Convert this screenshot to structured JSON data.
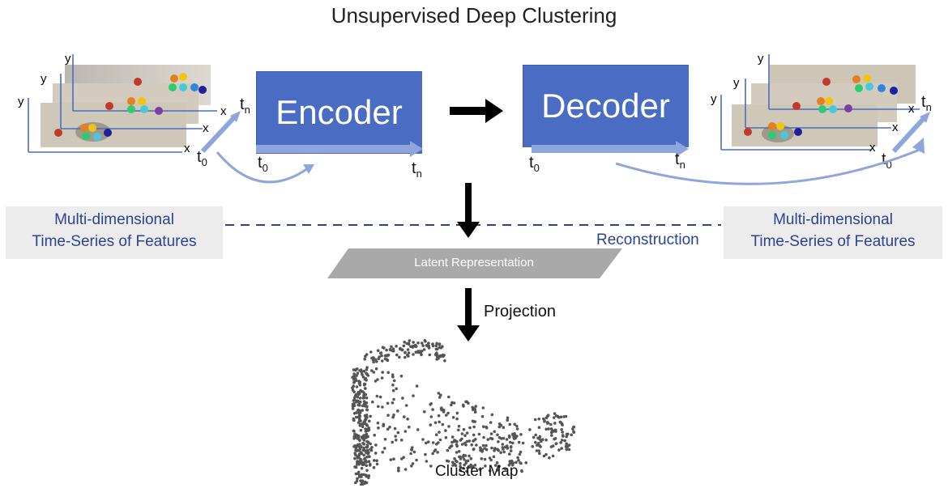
{
  "title": "Unsupervised Deep Clustering",
  "encoder": {
    "label": "Encoder",
    "t_start": "t",
    "t_start_sub": "0",
    "t_end": "t",
    "t_end_sub": "n"
  },
  "decoder": {
    "label": "Decoder",
    "t_start": "t",
    "t_start_sub": "0",
    "t_end": "t",
    "t_end_sub": "n"
  },
  "input_stack": {
    "axis_x": "x",
    "axis_y": "y",
    "t_start": "t",
    "t_start_sub": "0",
    "t_end": "t",
    "t_end_sub": "n"
  },
  "output_stack": {
    "axis_x": "x",
    "axis_y": "y",
    "t_start": "t",
    "t_start_sub": "0",
    "t_end": "t",
    "t_end_sub": "n"
  },
  "left_features": {
    "line1": "Multi-dimensional",
    "line2": "Time-Series of Features"
  },
  "right_features": {
    "line1": "Multi-dimensional",
    "line2": "Time-Series of Features"
  },
  "reconstruction_label": "Reconstruction",
  "latent_label": "Latent Representation",
  "projection_label": "Projection",
  "cluster_map_label": "Cluster Map",
  "colors": {
    "block": "#4a6dc3",
    "arrow_light": "#8fa6dc",
    "feature_text": "#2d4392",
    "dashed_line": "#2d4392",
    "latent": "#a9a9a9",
    "cluster_points": "#555555"
  },
  "marker_colors": [
    "#c0392b",
    "#e67e22",
    "#f1c40f",
    "#2ecc71",
    "#48c9d8",
    "#2e86de",
    "#1f1fa0",
    "#7b3fa0"
  ]
}
